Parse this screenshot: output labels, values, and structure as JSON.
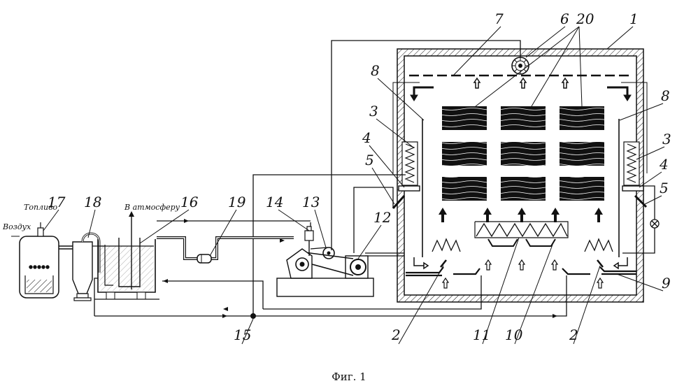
{
  "labels": {
    "l1": "1",
    "l2a": "2",
    "l2b": "2",
    "l3a": "3",
    "l3b": "3",
    "l4a": "4",
    "l4b": "4",
    "l5a": "5",
    "l5b": "5",
    "l6": "6",
    "l7": "7",
    "l8a": "8",
    "l8b": "8",
    "l9": "9",
    "l10": "10",
    "l11": "11",
    "l12": "12",
    "l13": "13",
    "l14": "14",
    "l15": "15",
    "l16": "16",
    "l17": "17",
    "l18": "18",
    "l19": "19",
    "l20": "20"
  },
  "text": {
    "fuel": "Топливо",
    "air": "Воздух",
    "atmosphere": "В атмосферу",
    "caption": "Фиг. 1"
  }
}
